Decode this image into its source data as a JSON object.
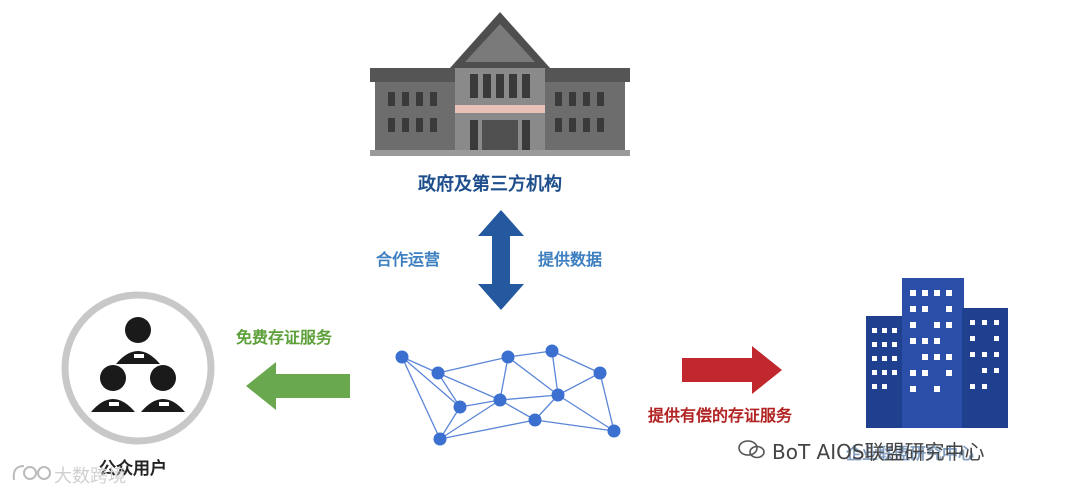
{
  "nodes": {
    "government": {
      "label": "政府及第三方机构"
    },
    "public_users": {
      "label": "公众用户"
    },
    "enterprise": {
      "label": "企业联盟研究中心"
    },
    "network": {
      "label": ""
    }
  },
  "edges": {
    "gov_network_left": {
      "label": "合作运营"
    },
    "gov_network_right": {
      "label": "提供数据"
    },
    "to_users": {
      "label": "免费存证服务"
    },
    "to_enterprise": {
      "label": "提供有偿的存证服务"
    }
  },
  "watermarks": {
    "left": "大数跨境",
    "right": "BoT AIOS联盟研究中心"
  },
  "colors": {
    "gov_blue": "#1e4f8c",
    "label_blue": "#3d7fc0",
    "green": "#5da03a",
    "red": "#b22222",
    "node_blue": "#3b6fd0",
    "building_blue": "#1f3f8f"
  }
}
